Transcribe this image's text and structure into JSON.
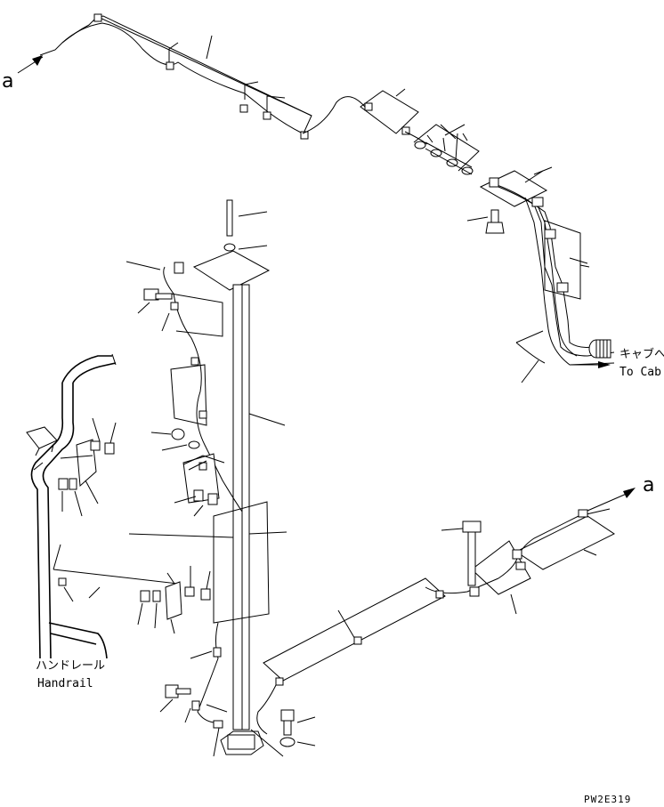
{
  "labels": {
    "ref_a_left": "a",
    "ref_a_right": "a",
    "to_cab_jp": "キャブへ",
    "to_cab_en": "To Cab",
    "handrail_jp": "ハンドレール",
    "handrail_en": "Handrail",
    "drawing_code": "PW2E319"
  }
}
